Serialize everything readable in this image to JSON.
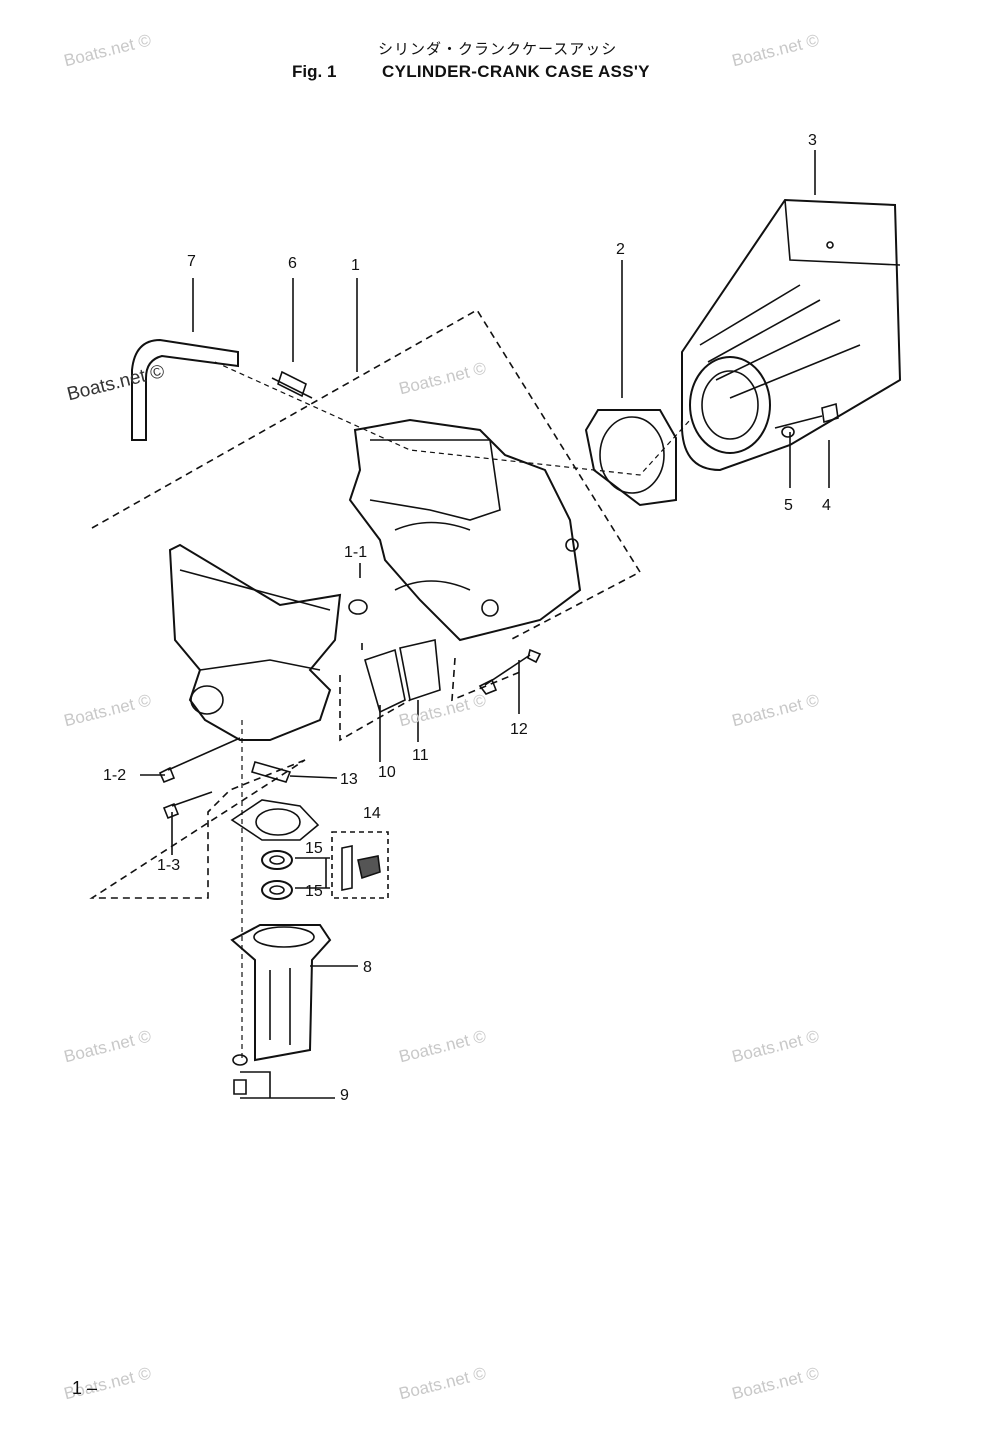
{
  "header": {
    "title_jp": "シリンダ・クランクケースアッシ",
    "fig_label": "Fig. 1",
    "title_en": "CYLINDER-CRANK CASE ASS'Y"
  },
  "callouts": [
    "1",
    "1-1",
    "1-2",
    "1-3",
    "2",
    "3",
    "4",
    "5",
    "6",
    "7",
    "8",
    "9",
    "10",
    "11",
    "12",
    "13",
    "14",
    "15",
    "15"
  ],
  "watermark": "Boats.net ©",
  "page_number": "1 –"
}
